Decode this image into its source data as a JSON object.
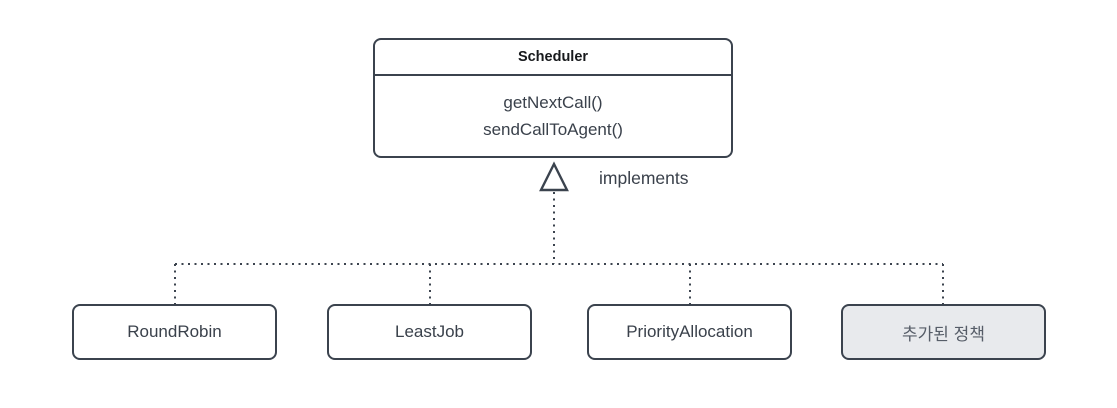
{
  "diagram": {
    "type": "uml-class-diagram",
    "interface": {
      "name": "Scheduler",
      "methods": [
        "getNextCall()",
        "sendCallToAgent()"
      ]
    },
    "relationship_label": "implements",
    "relationship_type": "realization",
    "implementations": [
      {
        "label": "RoundRobin",
        "highlighted": false
      },
      {
        "label": "LeastJob",
        "highlighted": false
      },
      {
        "label": "PriorityAllocation",
        "highlighted": false
      },
      {
        "label": "추가된 정책",
        "highlighted": true
      }
    ],
    "colors": {
      "canvas_background": "#ffffff",
      "stroke": "#3b434e",
      "box_fill": "#ffffff",
      "highlight_fill": "#e8eaed",
      "title_text": "#17191c",
      "body_text": "#3a414b",
      "highlight_text": "#565d68"
    }
  }
}
